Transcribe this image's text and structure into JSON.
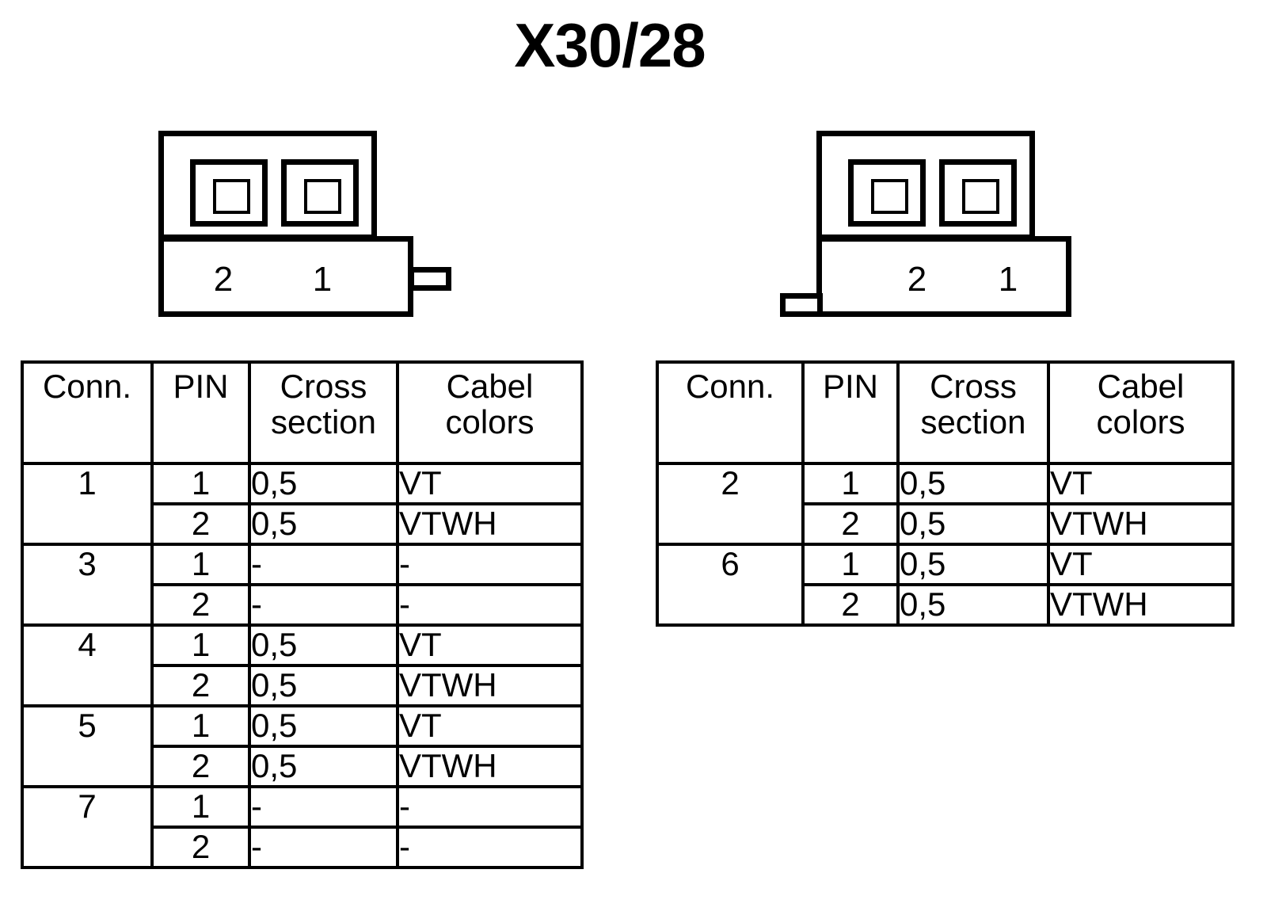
{
  "title": "X30/28",
  "connectors": [
    {
      "id": "left",
      "tab_side": "right",
      "pin_labels": [
        "2",
        "1"
      ]
    },
    {
      "id": "right",
      "tab_side": "left",
      "pin_labels": [
        "2",
        "1"
      ]
    }
  ],
  "tables": [
    {
      "id": "left-table",
      "headers": [
        "Conn.",
        "PIN",
        "Cross section",
        "Cabel colors"
      ],
      "header_lines": [
        [
          "Conn."
        ],
        [
          "PIN"
        ],
        [
          "Cross",
          "section"
        ],
        [
          "Cabel",
          "colors"
        ]
      ],
      "groups": [
        {
          "conn": "1",
          "rows": [
            {
              "pin": "1",
              "cross_section": "0,5",
              "cabel_color": "VT"
            },
            {
              "pin": "2",
              "cross_section": "0,5",
              "cabel_color": "VTWH"
            }
          ]
        },
        {
          "conn": "3",
          "rows": [
            {
              "pin": "1",
              "cross_section": "-",
              "cabel_color": "-"
            },
            {
              "pin": "2",
              "cross_section": "-",
              "cabel_color": "-"
            }
          ]
        },
        {
          "conn": "4",
          "rows": [
            {
              "pin": "1",
              "cross_section": "0,5",
              "cabel_color": "VT"
            },
            {
              "pin": "2",
              "cross_section": "0,5",
              "cabel_color": "VTWH"
            }
          ]
        },
        {
          "conn": "5",
          "rows": [
            {
              "pin": "1",
              "cross_section": "0,5",
              "cabel_color": "VT"
            },
            {
              "pin": "2",
              "cross_section": "0,5",
              "cabel_color": "VTWH"
            }
          ]
        },
        {
          "conn": "7",
          "rows": [
            {
              "pin": "1",
              "cross_section": "-",
              "cabel_color": "-"
            },
            {
              "pin": "2",
              "cross_section": "-",
              "cabel_color": "-"
            }
          ]
        }
      ]
    },
    {
      "id": "right-table",
      "headers": [
        "Conn.",
        "PIN",
        "Cross section",
        "Cabel colors"
      ],
      "header_lines": [
        [
          "Conn."
        ],
        [
          "PIN"
        ],
        [
          "Cross",
          "section"
        ],
        [
          "Cabel",
          "colors"
        ]
      ],
      "groups": [
        {
          "conn": "2",
          "rows": [
            {
              "pin": "1",
              "cross_section": "0,5",
              "cabel_color": "VT"
            },
            {
              "pin": "2",
              "cross_section": "0,5",
              "cabel_color": "VTWH"
            }
          ]
        },
        {
          "conn": "6",
          "rows": [
            {
              "pin": "1",
              "cross_section": "0,5",
              "cabel_color": "VT"
            },
            {
              "pin": "2",
              "cross_section": "0,5",
              "cabel_color": "VTWH"
            }
          ]
        }
      ]
    }
  ],
  "colors": {
    "ink": "#000000",
    "paper": "#ffffff"
  }
}
